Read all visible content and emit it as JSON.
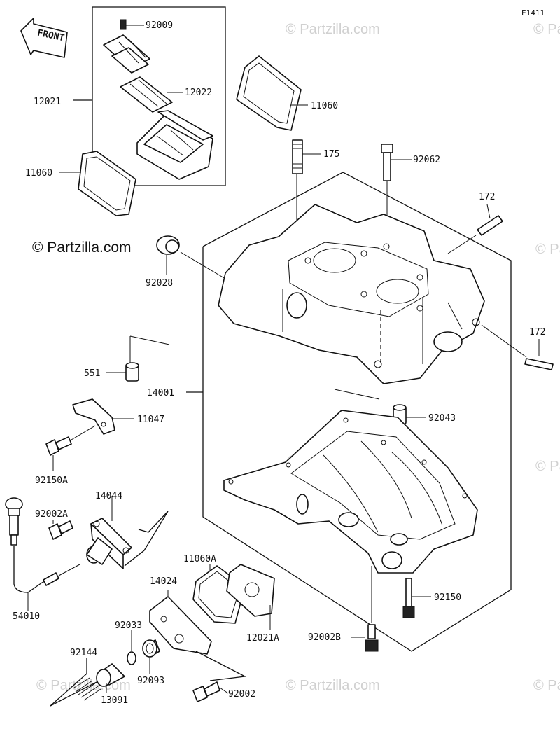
{
  "diagram": {
    "code": "E1411",
    "front_label": "FRONT",
    "watermark": "© Partzilla.com",
    "parts": [
      {
        "id": "p-92009",
        "label": "92009"
      },
      {
        "id": "p-12021",
        "label": "12021"
      },
      {
        "id": "p-12022",
        "label": "12022"
      },
      {
        "id": "p-11060-top",
        "label": "11060"
      },
      {
        "id": "p-11060-left",
        "label": "11060"
      },
      {
        "id": "p-175",
        "label": "175"
      },
      {
        "id": "p-92062",
        "label": "92062"
      },
      {
        "id": "p-172-top",
        "label": "172"
      },
      {
        "id": "p-172-right",
        "label": "172"
      },
      {
        "id": "p-92028",
        "label": "92028"
      },
      {
        "id": "p-551",
        "label": "551"
      },
      {
        "id": "p-14001",
        "label": "14001"
      },
      {
        "id": "p-11047",
        "label": "11047"
      },
      {
        "id": "p-92043",
        "label": "92043"
      },
      {
        "id": "p-92150A",
        "label": "92150A"
      },
      {
        "id": "p-92002A",
        "label": "92002A"
      },
      {
        "id": "p-14044",
        "label": "14044"
      },
      {
        "id": "p-11060A",
        "label": "11060A"
      },
      {
        "id": "p-14024",
        "label": "14024"
      },
      {
        "id": "p-54010",
        "label": "54010"
      },
      {
        "id": "p-92033",
        "label": "92033"
      },
      {
        "id": "p-12021A",
        "label": "12021A"
      },
      {
        "id": "p-92150",
        "label": "92150"
      },
      {
        "id": "p-92002B",
        "label": "92002B"
      },
      {
        "id": "p-92144",
        "label": "92144"
      },
      {
        "id": "p-92093",
        "label": "92093"
      },
      {
        "id": "p-13091",
        "label": "13091"
      },
      {
        "id": "p-92002",
        "label": "92002"
      }
    ]
  }
}
